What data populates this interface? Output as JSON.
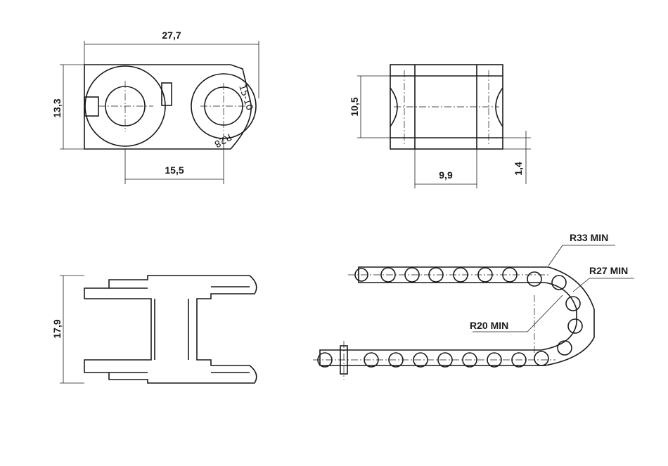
{
  "dimensions": {
    "top_left_width": "27,7",
    "top_left_height": "13,3",
    "top_left_pitch": "15,5",
    "top_right_height": "10,5",
    "top_right_width": "9,9",
    "top_right_offset": "1,4",
    "bottom_left_height": "17,9"
  },
  "radii": {
    "r33": "R33 MIN",
    "r27": "R27 MIN",
    "r20": "R20 MIN"
  },
  "link_marking": {
    "model": "15-10",
    "radius": "R28"
  }
}
